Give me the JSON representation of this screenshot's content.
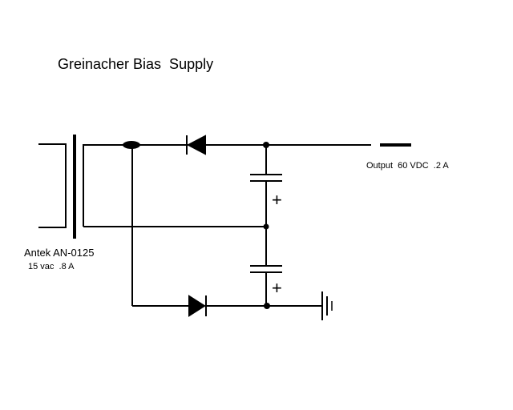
{
  "diagram": {
    "title": "Greinacher Bias  Supply",
    "transformer": {
      "model": "Antek AN-0125",
      "rating": "15 vac  .8 A"
    },
    "output": {
      "label": "Output  60 VDC  .2 A"
    },
    "capacitor_polarity_mark": "+"
  }
}
